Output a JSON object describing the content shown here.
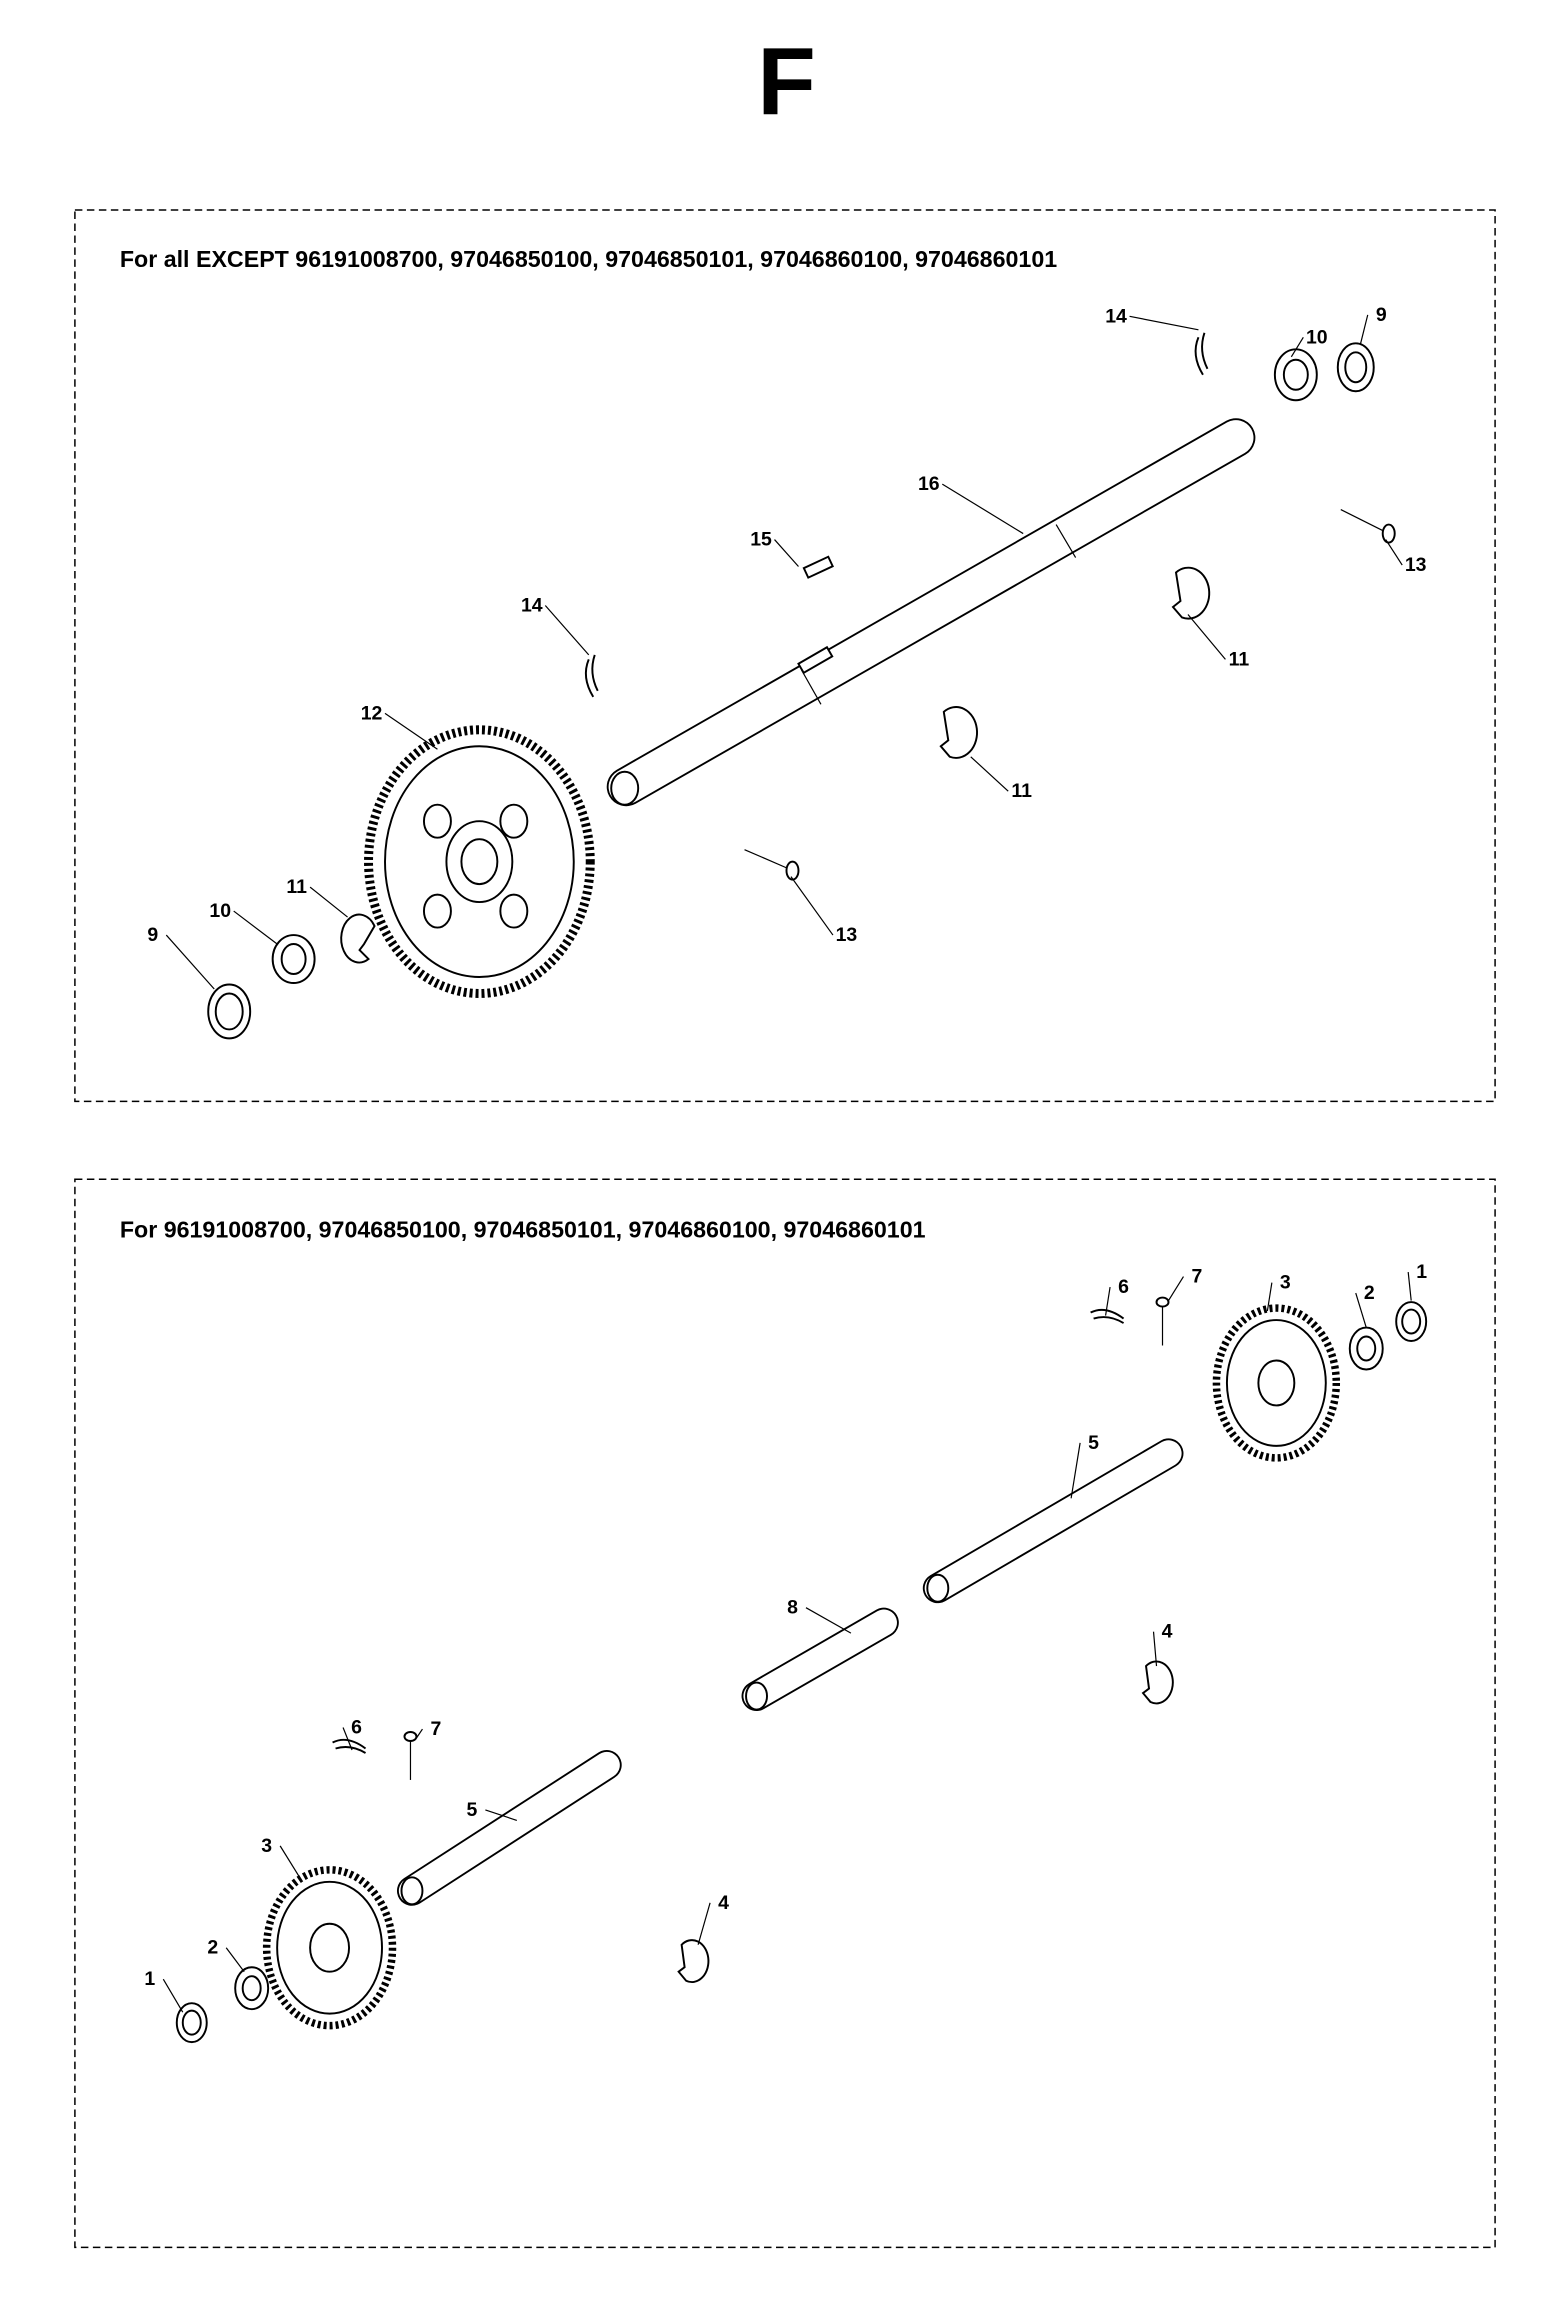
{
  "page_letter": "F",
  "sections": [
    {
      "title": "For all EXCEPT 96191008700, 97046850100, 97046850101, 97046860100, 97046860101",
      "callouts": [
        "14",
        "10",
        "9",
        "16",
        "15",
        "14",
        "13",
        "11",
        "12",
        "11",
        "13",
        "11",
        "10",
        "9"
      ]
    },
    {
      "title": "For 96191008700, 97046850100, 97046850101, 97046860100, 97046860101",
      "callouts": [
        "6",
        "7",
        "3",
        "2",
        "1",
        "5",
        "8",
        "4",
        "6",
        "7",
        "5",
        "3",
        "4",
        "2",
        "1"
      ]
    }
  ]
}
